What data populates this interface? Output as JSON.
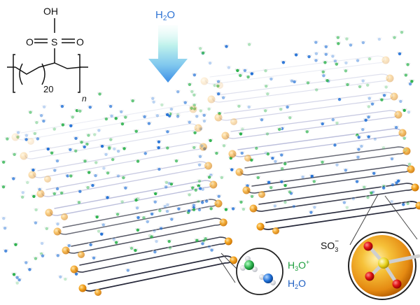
{
  "structure": {
    "oh": "OH",
    "o_left": "O",
    "s": "S",
    "o_right": "O",
    "repeat_count": "20",
    "n": "n"
  },
  "water_arrow": {
    "label": "H",
    "sub": "2",
    "tail": "O"
  },
  "inset_small": {
    "hydronium_label": "H",
    "hydronium_sub": "3",
    "hydronium_tail": "O",
    "hydronium_sup": "+",
    "water_label": "H",
    "water_sub": "2",
    "water_tail": "O"
  },
  "inset_large": {
    "label": "SO",
    "sub": "3",
    "sup": "−"
  },
  "colors": {
    "sulfonate_orange": "#f2a21e",
    "hydronium_green": "#2bb24c",
    "water_blue": "#1f6fd6",
    "arrow_blue": "#3d8ee6",
    "arrow_cyan": "#bff2ec",
    "chain_dark": "#2a2a3a",
    "chain_light": "#9aa0c8"
  },
  "icons": [
    "arrow-down-icon",
    "sulfonate-sphere-icon",
    "hydronium-molecule-icon",
    "water-molecule-icon"
  ]
}
